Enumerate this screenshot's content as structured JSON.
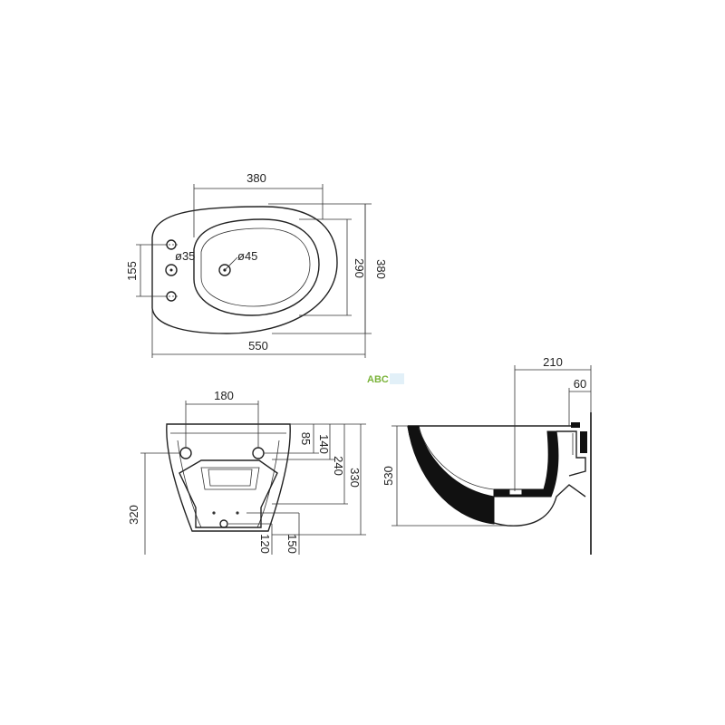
{
  "top_view": {
    "width_label": "380",
    "overall_length_label": "550",
    "overall_depth_label": "380",
    "bowl_depth_label": "290",
    "tap_spacing_label": "155",
    "tap_hole_label": "ø35",
    "drain_label": "ø45"
  },
  "watermark": {
    "left": "",
    "brand": "ABC",
    "brand_color": "#7ab33a"
  },
  "front_view": {
    "bolt_spacing_label": "180",
    "dim_85": "85",
    "dim_140": "140",
    "dim_240": "240",
    "dim_330": "330",
    "dim_320": "320",
    "dim_120": "120",
    "dim_150": "150"
  },
  "side_view": {
    "depth_label": "210",
    "wall_offset_label": "60",
    "height_label": "530"
  }
}
